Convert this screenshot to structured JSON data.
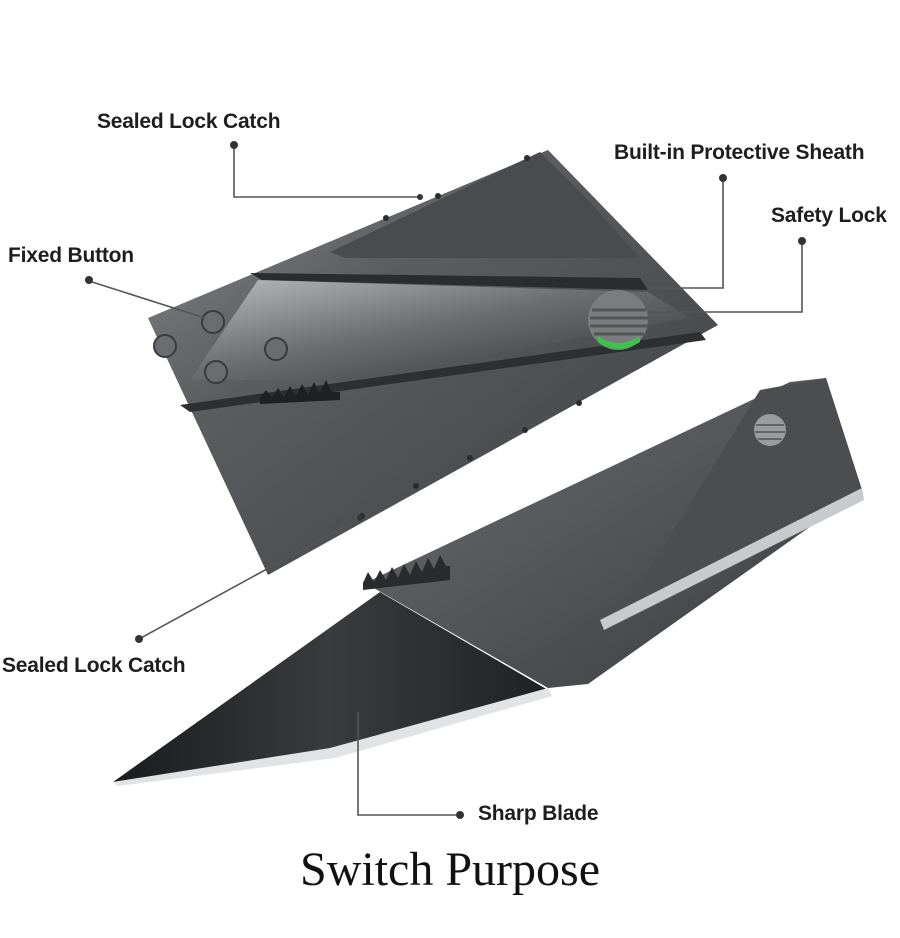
{
  "callouts": {
    "sealed_lock_catch_top": "Sealed Lock Catch",
    "built_in_protective_sheath": "Built-in Protective Sheath",
    "safety_lock": "Safety Lock",
    "fixed_button": "Fixed Button",
    "sealed_lock_catch_bottom": "Sealed Lock Catch",
    "sharp_blade": "Sharp Blade"
  },
  "caption": "Switch Purpose",
  "colors": {
    "card": "#5a5c5f",
    "card_dark": "#3a3b3d",
    "blade": "#2a2b2d",
    "edge": "#d8d9db",
    "safety_lock_accent": "#3bc44b",
    "leader_line": "#555555",
    "text": "#1e1e1e"
  }
}
